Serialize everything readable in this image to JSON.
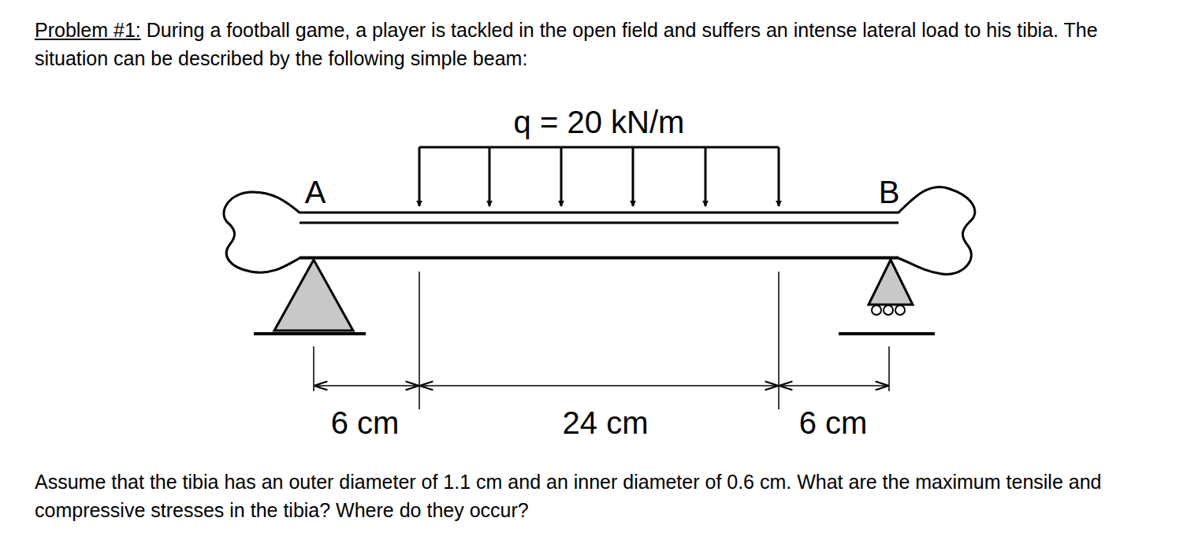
{
  "diagram": {
    "labels": [
      "Problem #1:",
      "During a football game, a player is tackled in the open field and suffers an intense lateral load to his tibia.  The situation can be described by the following simple beam:",
      "q = 20 kN/m",
      "A",
      "B",
      "6 cm",
      "24 cm",
      "6 cm",
      "Assume that the tibia has an outer diameter of 1.1 cm and an inner diameter of 0.6 cm.  What are the maximum tensile and compressive stresses in the tibia?  Where do they occur?"
    ]
  }
}
